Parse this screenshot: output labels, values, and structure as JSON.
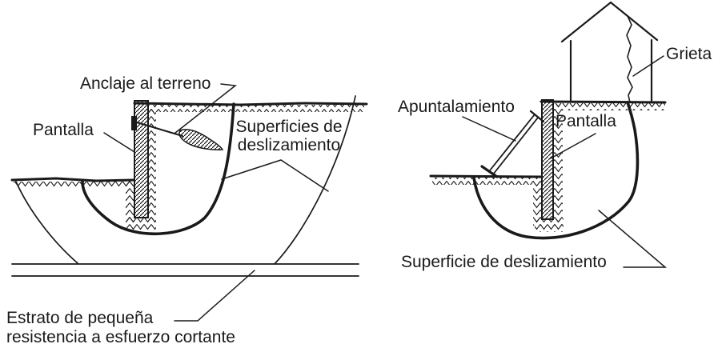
{
  "figure": {
    "colors": {
      "background": "#ffffff",
      "ink": "#1a1a1a"
    },
    "left": {
      "labels": {
        "anchor": "Anclaje al terreno",
        "wall": "Pantalla",
        "slip_surfaces": [
          "Superficies de",
          "deslizamiento"
        ],
        "weak_stratum": [
          "Estrato de pequeña",
          "resistencia a esfuerzo cortante"
        ]
      }
    },
    "right": {
      "labels": {
        "crack": "Grieta",
        "shoring": "Apuntalamiento",
        "wall": "Pantalla",
        "slip_surface": "Superficie de deslizamiento"
      }
    }
  }
}
